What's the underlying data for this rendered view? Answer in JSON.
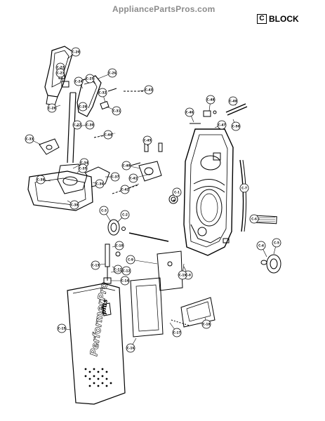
{
  "site": {
    "watermark": "AppliancePartsPros.com"
  },
  "header": {
    "block_letter": "C",
    "block_word": "BLOCK"
  },
  "brand_text": {
    "name": "PerformerPro",
    "suffix": "plus"
  },
  "callouts": [
    "C-20",
    "C-22",
    "C-23",
    "C-24",
    "C-25",
    "C-26",
    "C-27",
    "C-28",
    "C-29",
    "C-30",
    "C-31",
    "C-32",
    "C-33",
    "C-34",
    "C-35",
    "C-36",
    "C-37",
    "C-38",
    "C-39",
    "C-40",
    "C-41",
    "C-42",
    "C-43",
    "C-44",
    "C-45",
    "C-46",
    "C-47",
    "C-48",
    "C-49",
    "C-50",
    "C-1",
    "C-2",
    "C-3",
    "C-4",
    "C-5",
    "C-6",
    "C-7",
    "C-8",
    "C-9",
    "C-10",
    "C-11",
    "C-12",
    "C-13",
    "C-14",
    "C-15",
    "C-16",
    "C-17",
    "C-18",
    "C-19"
  ]
}
